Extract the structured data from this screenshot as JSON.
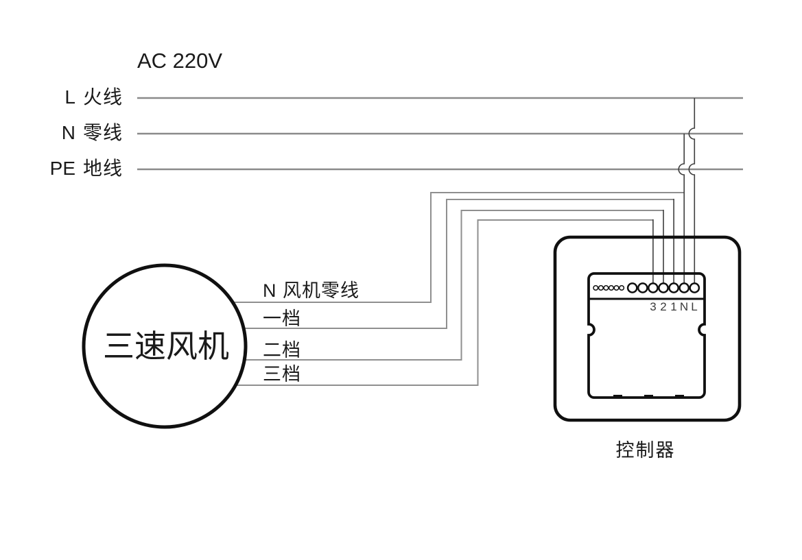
{
  "title": "AC 220V",
  "supply": {
    "lines": [
      {
        "letter": "L",
        "name": "火线"
      },
      {
        "letter": "N",
        "name": "零线"
      },
      {
        "letter": "PE",
        "name": "地线"
      }
    ]
  },
  "fan": {
    "label": "三速风机",
    "wires": [
      {
        "label": "N 风机零线",
        "connects_to": "N"
      },
      {
        "label": "一档",
        "connects_to": "1"
      },
      {
        "label": "二档",
        "connects_to": "2"
      },
      {
        "label": "三档",
        "connects_to": "3"
      }
    ]
  },
  "controller": {
    "label": "控制器",
    "terminals": [
      "3",
      "2",
      "1",
      "N",
      "L"
    ],
    "small_terminal_count": 6,
    "large_terminal_count": 7
  },
  "colors": {
    "background": "#ffffff",
    "supply_wire_gray": "#8a8a8a",
    "fan_wire_gray": "#8f8f8f",
    "drop_wire_dark": "#3d3d3d",
    "outline_black": "#101010",
    "text": "#1a1a1a"
  }
}
